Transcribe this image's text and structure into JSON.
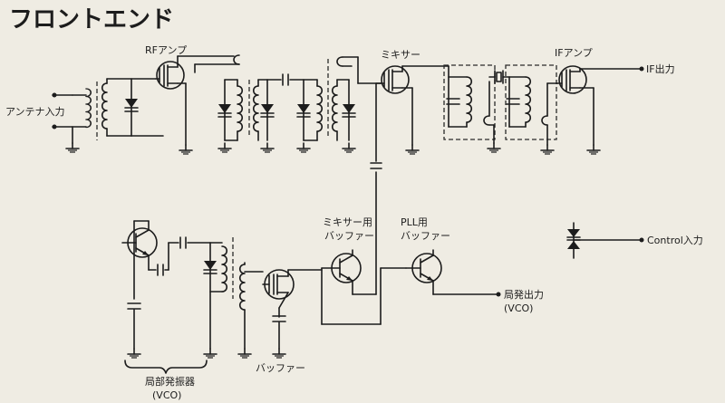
{
  "title": "フロントエンド",
  "labels": {
    "antenna_input": "アンテナ入力",
    "rf_amp": "RFアンプ",
    "mixer": "ミキサー",
    "if_amp": "IFアンプ",
    "if_output": "IF出力",
    "mixer_buffer_l1": "ミキサー用",
    "mixer_buffer_l2": "バッファー",
    "pll_buffer_l1": "PLL用",
    "pll_buffer_l2": "バッファー",
    "lo_output_l1": "局発出力",
    "lo_output_l2": "(VCO)",
    "buffer": "バッファー",
    "local_osc_l1": "局部発振器",
    "local_osc_l2": "(VCO)",
    "control_input": "Control入力"
  }
}
